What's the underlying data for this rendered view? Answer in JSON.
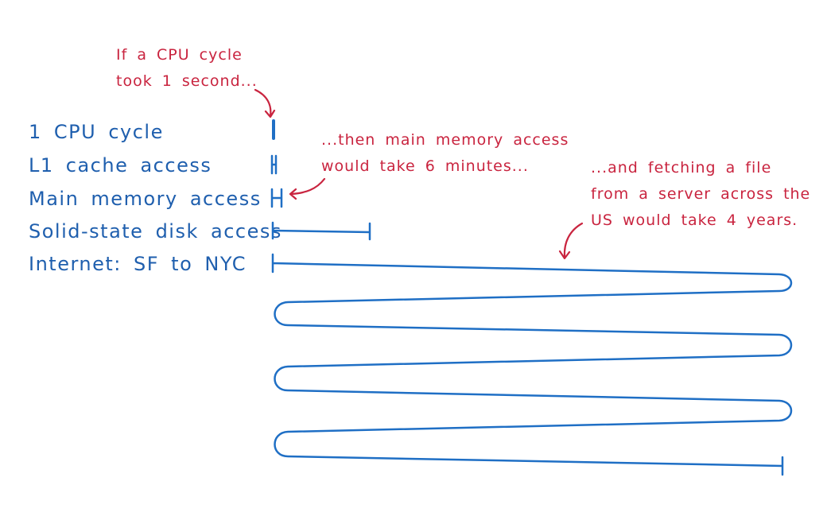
{
  "colors": {
    "label": "#1f5fae",
    "note": "#c9243f",
    "line": "#1f6fc5"
  },
  "labels": [
    "1 CPU cycle",
    "L1 cache access",
    "Main memory access",
    "Solid-state disk access",
    "Internet: SF to NYC"
  ],
  "notes": {
    "cpu": [
      "If a CPU cycle",
      "took 1 second..."
    ],
    "memory": [
      "...then main memory access",
      "would take 6 minutes..."
    ],
    "internet": [
      "...and fetching a file",
      "from a server across the",
      "US would take 4 years."
    ]
  }
}
